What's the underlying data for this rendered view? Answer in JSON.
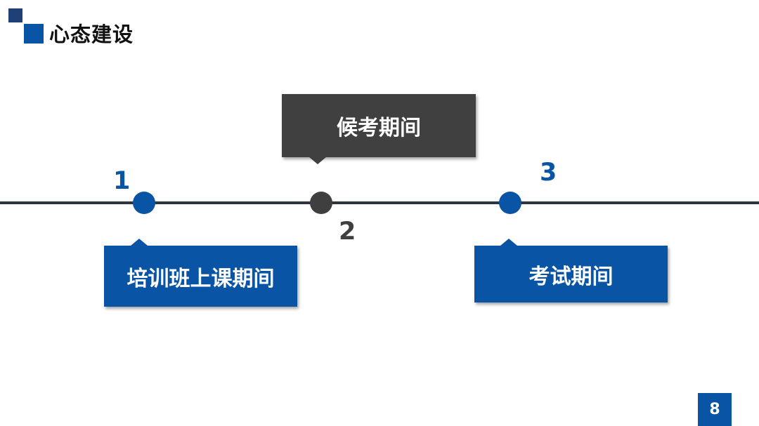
{
  "header": {
    "title": "心态建设",
    "colors": {
      "accent_blue": "#0a54a6",
      "accent_dark": "#1f3f77"
    }
  },
  "timeline": {
    "stages": [
      {
        "number": "1",
        "label": "培训班上课期间",
        "color": "#0a54a6"
      },
      {
        "number": "2",
        "label": "候考期间",
        "color": "#404040"
      },
      {
        "number": "3",
        "label": "考试期间",
        "color": "#0a54a6"
      }
    ]
  },
  "footer": {
    "page_number": "8"
  }
}
